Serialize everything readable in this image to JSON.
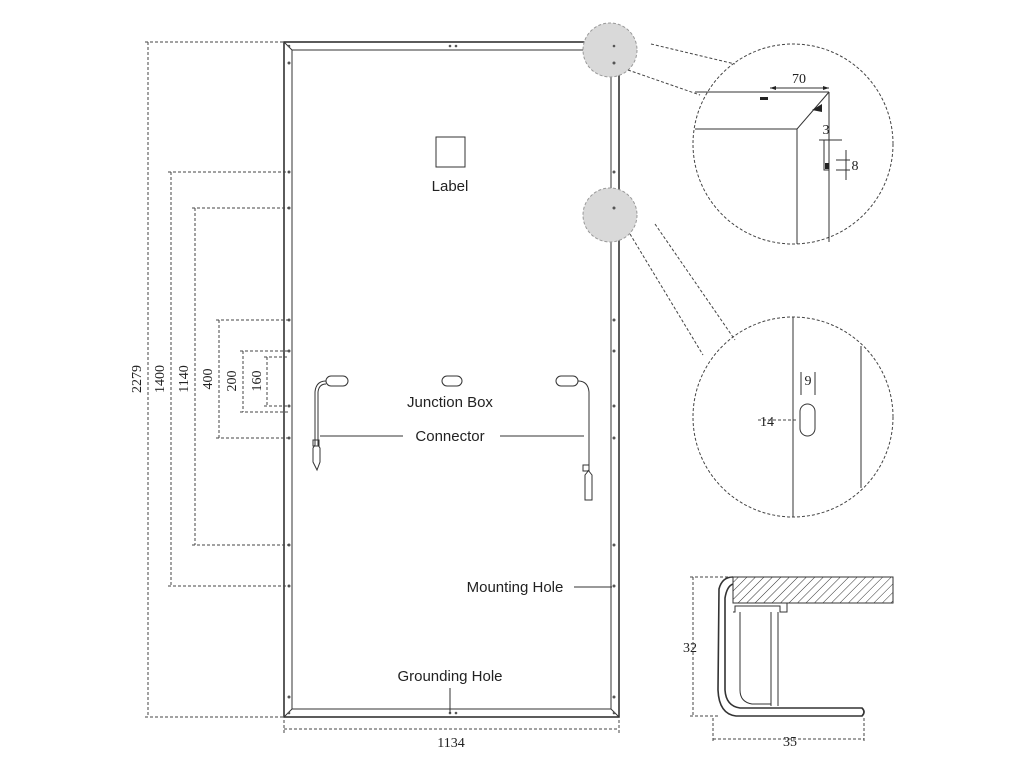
{
  "labels": {
    "label": "Label",
    "junction_box": "Junction Box",
    "connector": "Connector",
    "mounting_hole": "Mounting Hole",
    "grounding_hole": "Grounding Hole"
  },
  "dimensions": {
    "height": "2279",
    "width": "1134",
    "d1400": "1400",
    "d1140": "1140",
    "d400": "400",
    "d200": "200",
    "d160": "160",
    "corner_70": "70",
    "corner_3": "3",
    "corner_8": "8",
    "slot_9": "9",
    "slot_14": "14",
    "frame_32": "32",
    "frame_35": "35"
  }
}
